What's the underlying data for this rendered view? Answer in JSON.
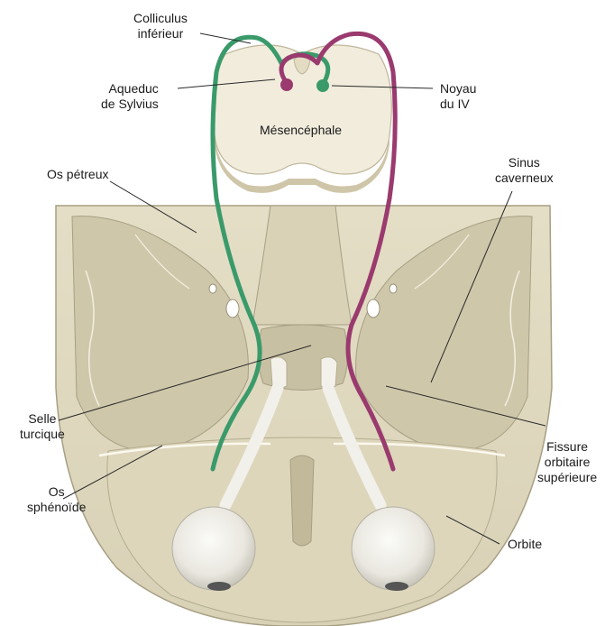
{
  "colors": {
    "trochlear_right": "#3a9a6a",
    "trochlear_left": "#9a3a6e",
    "bone": "#e8e2cc",
    "bone_shadow": "#b9b196",
    "midbrain": "#f1ecdc"
  },
  "labels": {
    "colliculus": [
      "Colliculus",
      "inférieur"
    ],
    "aqueduc": [
      "Aqueduc",
      "de Sylvius"
    ],
    "noyau": [
      "Noyau",
      "du IV"
    ],
    "mesencephale": "Mésencéphale",
    "os_petreux": "Os pétreux",
    "sinus": [
      "Sinus",
      "caverneux"
    ],
    "selle": [
      "Selle",
      "turcique"
    ],
    "fissure": [
      "Fissure",
      "orbitaire",
      "supérieure"
    ],
    "os_sphenoide": [
      "Os",
      "sphénoïde"
    ],
    "orbite": "Orbite"
  }
}
